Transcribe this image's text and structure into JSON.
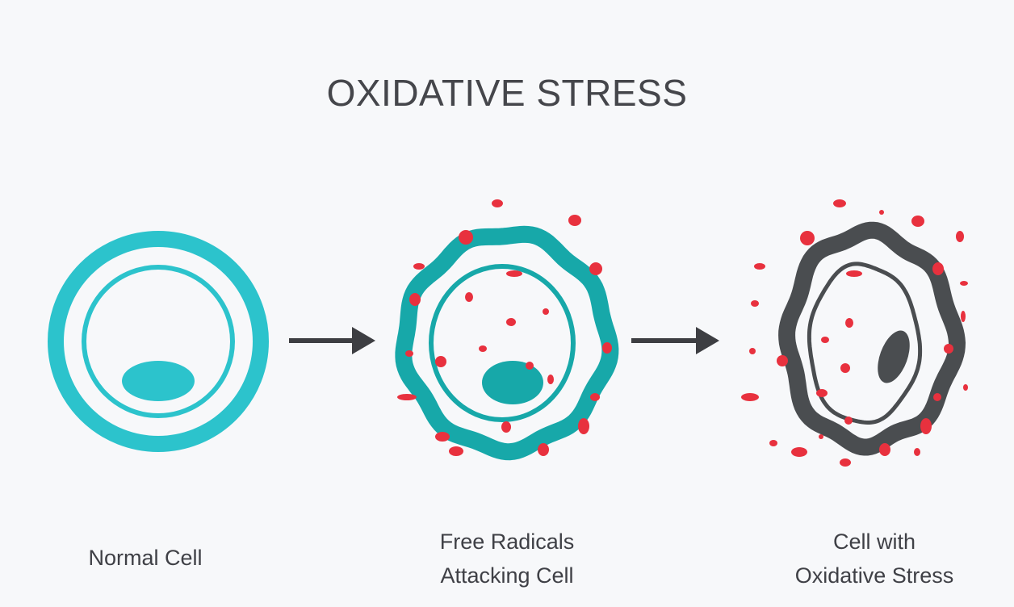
{
  "title": "OXIDATIVE STRESS",
  "colors": {
    "background": "#f7f8fa",
    "normal_cell": "#2cc3cc",
    "attacked_cell": "#17a8a9",
    "stressed_cell": "#4a4d50",
    "free_radical": "#e8313e",
    "arrow": "#3d3e42"
  },
  "stages": [
    {
      "lines": [
        "Normal Cell"
      ]
    },
    {
      "lines": [
        "Free Radicals",
        "Attacking Cell"
      ]
    },
    {
      "lines": [
        "Cell with",
        "Oxidative Stress"
      ]
    }
  ]
}
